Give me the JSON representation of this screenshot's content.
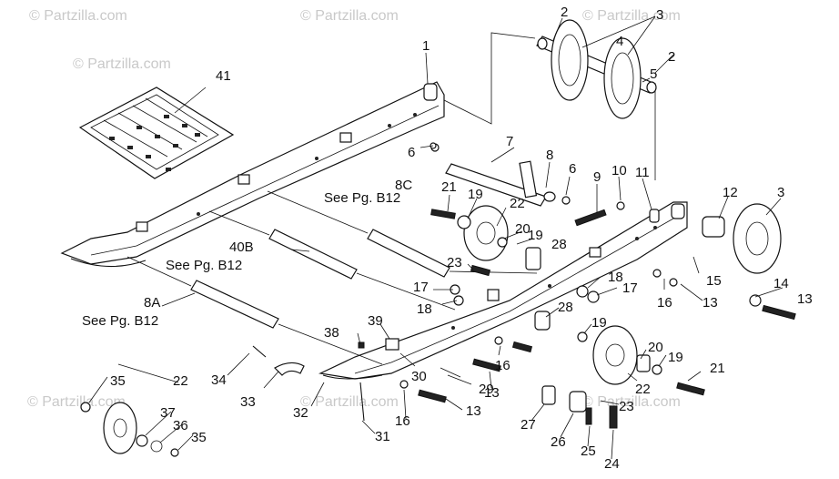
{
  "watermark": "© Partzilla.com",
  "callouts": [
    {
      "id": "c41",
      "text": "41"
    },
    {
      "id": "c1",
      "text": "1"
    },
    {
      "id": "c2a",
      "text": "2"
    },
    {
      "id": "c3a",
      "text": "3"
    },
    {
      "id": "c4",
      "text": "4"
    },
    {
      "id": "c2b",
      "text": "2"
    },
    {
      "id": "c5",
      "text": "5"
    },
    {
      "id": "c7",
      "text": "7"
    },
    {
      "id": "c6a",
      "text": "6"
    },
    {
      "id": "c8",
      "text": "8"
    },
    {
      "id": "c6b",
      "text": "6"
    },
    {
      "id": "c9",
      "text": "9"
    },
    {
      "id": "c10",
      "text": "10"
    },
    {
      "id": "c11",
      "text": "11"
    },
    {
      "id": "c12",
      "text": "12"
    },
    {
      "id": "c3b",
      "text": "3"
    },
    {
      "id": "c8c",
      "text": "8C"
    },
    {
      "id": "c21a",
      "text": "21"
    },
    {
      "id": "c19a",
      "text": "19"
    },
    {
      "id": "c22a",
      "text": "22"
    },
    {
      "id": "c20a",
      "text": "20"
    },
    {
      "id": "c19b",
      "text": "19"
    },
    {
      "id": "c28a",
      "text": "28"
    },
    {
      "id": "c40b",
      "text": "40B"
    },
    {
      "id": "c23a",
      "text": "23"
    },
    {
      "id": "c18a",
      "text": "18"
    },
    {
      "id": "c17a",
      "text": "17"
    },
    {
      "id": "c17b",
      "text": "17"
    },
    {
      "id": "c18b",
      "text": "18"
    },
    {
      "id": "c15",
      "text": "15"
    },
    {
      "id": "c16a",
      "text": "16"
    },
    {
      "id": "c13a",
      "text": "13"
    },
    {
      "id": "c14",
      "text": "14"
    },
    {
      "id": "c13b",
      "text": "13"
    },
    {
      "id": "c8a",
      "text": "8A"
    },
    {
      "id": "c28b",
      "text": "28"
    },
    {
      "id": "c19c",
      "text": "19"
    },
    {
      "id": "c38",
      "text": "38"
    },
    {
      "id": "c39",
      "text": "39"
    },
    {
      "id": "c34",
      "text": "34"
    },
    {
      "id": "c16b",
      "text": "16"
    },
    {
      "id": "c20b",
      "text": "20"
    },
    {
      "id": "c19d",
      "text": "19"
    },
    {
      "id": "c30",
      "text": "30"
    },
    {
      "id": "c33",
      "text": "33"
    },
    {
      "id": "c29",
      "text": "29"
    },
    {
      "id": "c13c",
      "text": "13"
    },
    {
      "id": "c21b",
      "text": "21"
    },
    {
      "id": "c22b",
      "text": "22"
    },
    {
      "id": "c35a",
      "text": "35"
    },
    {
      "id": "c22c",
      "text": "22"
    },
    {
      "id": "c32",
      "text": "32"
    },
    {
      "id": "c23b",
      "text": "23"
    },
    {
      "id": "c37",
      "text": "37"
    },
    {
      "id": "c16c",
      "text": "16"
    },
    {
      "id": "c13d",
      "text": "13"
    },
    {
      "id": "c27",
      "text": "27"
    },
    {
      "id": "c36",
      "text": "36"
    },
    {
      "id": "c31",
      "text": "31"
    },
    {
      "id": "c35b",
      "text": "35"
    },
    {
      "id": "c26",
      "text": "26"
    },
    {
      "id": "c25",
      "text": "25"
    },
    {
      "id": "c24",
      "text": "24"
    }
  ],
  "references": [
    {
      "id": "r8c",
      "text": "See Pg. B12"
    },
    {
      "id": "r40b",
      "text": "See Pg. B12"
    },
    {
      "id": "r8a",
      "text": "See Pg. B12"
    }
  ]
}
